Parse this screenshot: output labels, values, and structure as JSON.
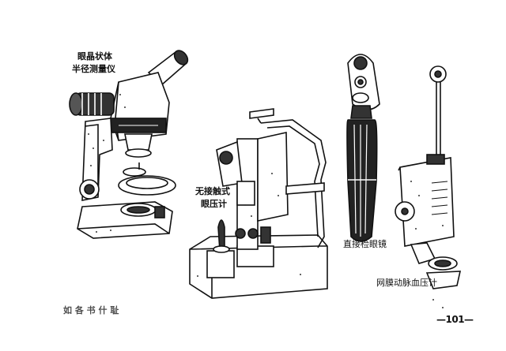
{
  "labels": {
    "corneal_radius_1": "眼晶状体",
    "corneal_radius_2": "半径测量仪",
    "noncontact_1": "无接触式",
    "noncontact_2": "眼压计",
    "ophthalmoscope": "直接检眼镜",
    "retinal_pressure": "网膜动脉血压计",
    "bottom_left": "如 各 书 什 耻",
    "page_number": "—101—"
  },
  "icons": {
    "instrument_1": "microscope-style-radius-gauge",
    "instrument_2": "noncontact-tonometer",
    "instrument_3": "handheld-ophthalmoscope",
    "instrument_4": "retinal-artery-pressure-gauge"
  },
  "colors": {
    "ink": "#111111",
    "paper": "#ffffff",
    "shade": "#3a3a3a"
  }
}
